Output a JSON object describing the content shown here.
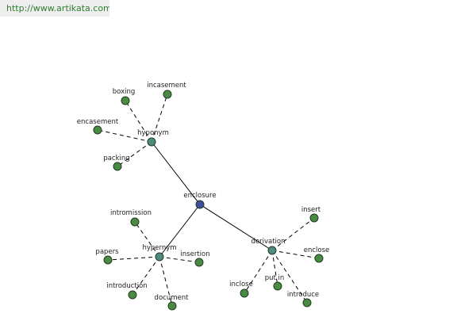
{
  "source_link": "http://www.artikata.com",
  "colors": {
    "root_node": "#3f4e9c",
    "relation_node": "#4e8c82",
    "word_node": "#4a8a44",
    "node_stroke": "#1f3d1f",
    "edge": "#000000"
  },
  "graph": {
    "root": {
      "id": "enclosure",
      "label": "enclosure"
    },
    "relations": [
      {
        "id": "hyponym",
        "label": "hyponym",
        "words": [
          "incasement",
          "boxing",
          "encasement",
          "packing"
        ]
      },
      {
        "id": "hypernym",
        "label": "hypernym",
        "words": [
          "intromission",
          "papers",
          "insertion",
          "introduction",
          "document"
        ]
      },
      {
        "id": "derivation",
        "label": "derivation",
        "words": [
          "insert",
          "enclose",
          "inclose",
          "put in",
          "introduce"
        ]
      }
    ]
  }
}
